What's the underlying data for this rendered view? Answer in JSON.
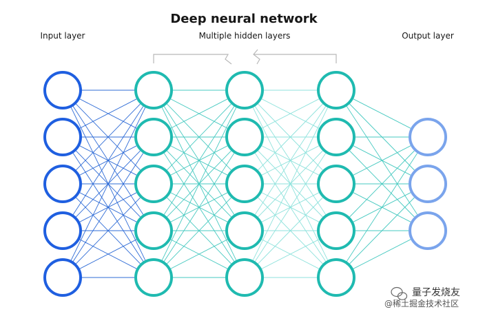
{
  "diagram": {
    "title": "Deep neural network",
    "hidden_group_label": "Multiple hidden layers",
    "layers": [
      {
        "name": "input",
        "label": "Input layer",
        "node_count": 5,
        "color": "#1f5fe0",
        "edge_color": "#2e6bd6"
      },
      {
        "name": "hidden-1",
        "label": "",
        "node_count": 5,
        "color": "#1fbab0",
        "edge_color": "#46c9c0"
      },
      {
        "name": "hidden-2",
        "label": "",
        "node_count": 5,
        "color": "#1fbab0",
        "edge_color": "#8ee2dc"
      },
      {
        "name": "hidden-3",
        "label": "",
        "node_count": 5,
        "color": "#1fbab0",
        "edge_color": "#46c9c0"
      },
      {
        "name": "output",
        "label": "Output layer",
        "node_count": 3,
        "color": "#7aa4ec",
        "edge_color": "#3d86d8"
      }
    ]
  },
  "watermark": {
    "line1": "量子发烧友",
    "line2": "@稀土掘金技术社区"
  }
}
